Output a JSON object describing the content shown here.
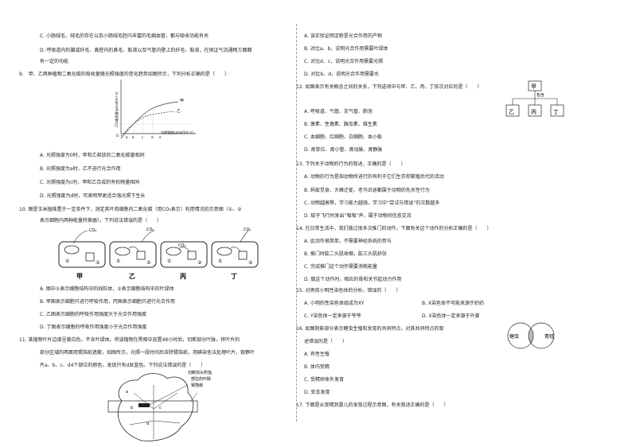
{
  "left": {
    "prev_opts": [
      "C. 小肠绒毛、绒毛的存在以及小肠绒毛腔内丰富的毛细血管，都与吸收功能有关",
      "D. 呼吸道内的腺或纤毛、鼻腔内的鼻毛、黏液以及气管内壁上的纤毛、黏液，在保证气流通畅方面都",
      "有一定的功能"
    ],
    "q9": {
      "stem": "9.　甲、乙两种植物二氧化碳的吸收量随光照强度的变化趋势如图所示，下列分析正确的是（　　）",
      "fig_ylabel": "CO₂吸收量/μmol/(m²·s)",
      "fig_xlabel": "光照强度/μmol/(m²·s)",
      "fig_jia": "甲",
      "fig_yi": "乙",
      "fig_ticks": [
        "O",
        "a",
        "b",
        "c",
        "d",
        "e"
      ],
      "opts": [
        "A. 光照强度为0时，甲和乙释放的二氧化碳量相同",
        "B. 光照强度为a时，乙不进行光合作用",
        "C. 光照强度为c时，甲和乙合成的有机物量相同",
        "D. 光照强度为d时，可表明甲更适合强光照下生长"
      ]
    },
    "q10": {
      "stem1": "10. 图是玉米植株置于一定条件下，测定其叶肉细胞内二氧化碳（用CO₂表示）利用情况的示意图（①、②",
      "stem2": "表示细胞内两种能量转换器）。下列说法错误的是（　　）",
      "panels": [
        "甲",
        "乙",
        "丙",
        "丁"
      ],
      "co2": "CO₂",
      "c1": "①",
      "c2": "②",
      "opts": [
        "A. 图中①表示细胞结构中的线粒体，②表示细胞结构中的叶绿体",
        "B. 甲图表示细胞只进行呼吸作用，丙图表示细胞只进行光合作用",
        "C. 乙图表示细胞的呼吸作用强度大于光合作用强度",
        "D. 丁图表示细胞的呼吸作用强度小于光合作用强度"
      ]
    },
    "q11": {
      "stem": [
        "11. 某植物叶片边缘呈黄白色，不含叶绿体。将该植物在黑暗中放置48小时后，切断部分叶脉，将叶片的",
        "部分区域的两面用锡箔纸遮蔽，如图所示，光照一段时间后去除锡箔纸，用碘染色法处理叶片，观察叶",
        "片a、b、c、d4个部位的颜色，发现只有d显蓝色。下列说法错误的是（　　）"
      ],
      "label1": "切断前头所指",
      "label2": "部位的叶脉",
      "label3": "锡箔纸",
      "parts": [
        "a",
        "b",
        "c",
        "d"
      ]
    }
  },
  "right": {
    "q11_opts": [
      "A. 该实验证明淀粉是光合作用的产物",
      "B. 对比a、b，说明光合作用需要叶绿体",
      "C. 对比d、c，说明光合作用需要光照",
      "D. 对比b、d，说明光合作用需要水"
    ],
    "q12": {
      "stem": "12. 如图表示有关概念之间的关系，下列选项中与甲、乙、丙、丁依次对应的是（　　）",
      "fig_jia": "甲",
      "fig_baohan": "包含",
      "fig_yi": "乙",
      "fig_bing": "丙",
      "fig_ding": "丁",
      "opts": [
        "A. 呼吸道、气管、支气管、肺泡",
        "B. 激素、性激素、胰岛素、维生素",
        "C. 血细胞、红细胞、白细胞、血小板",
        "D. 肾单位、肾小管、肾动脉、肾静脉"
      ]
    },
    "q13": {
      "stem": "13. 下列关于动物的行为的叙述，正确的是（　　）",
      "opts": [
        "A. 动物的行为是指动物所进行的有利于它们生存和繁殖后代的活动",
        "B. 蚂蚁觅食、大雁迁徙、老马识途都属于动物的先天性行为",
        "C. 动物越高等，学习能力越强，学习中“尝试与错误”的次数越多",
        "D. 蚊子飞行时发出“嗡嗡”声，属于动物间信息交流"
      ]
    },
    "q14": {
      "stem": "14. 在日常生活中，我们做过很多次推门的动作，下面有关这个动作的分析正确的是（　　）",
      "opts": [
        "A. 此动作很简单，不需要神经系统的参与",
        "B. 推门时肱二头肌收缩，肱三头肌舒张",
        "C. 完成推门这个动作需要消耗能量",
        "D. 做这个动作时，相应的骨和关节起动力作用"
      ]
    },
    "q15": {
      "stem": "15. 对男孩小明性染色体的分析，错误的（　　）",
      "opts_a": "A. 小明的性染色体组成为XY",
      "opts_b": "B. X染色体不可能来源于奶奶",
      "opts_c": "C. Y染色体一定来源于爷爷",
      "opts_d": "D. X染色体一定来源于外婆"
    },
    "q16": {
      "stem1": "16. 如图阴影部分表示蝗虫生殖和发育的共同特点，对其共同特点的叙",
      "stem2": "述错误的是（　　）",
      "left_label": "蝗虫",
      "right_label": "青蛙",
      "opts": [
        "A. 有性生殖",
        "B. 体内受精",
        "C. 受精卵体外发育",
        "D. 变态发育"
      ]
    },
    "q17": {
      "stem": "17. 下面是从受精到婴儿的发育过程示意图，有关叙述正确的是（　　）"
    }
  }
}
